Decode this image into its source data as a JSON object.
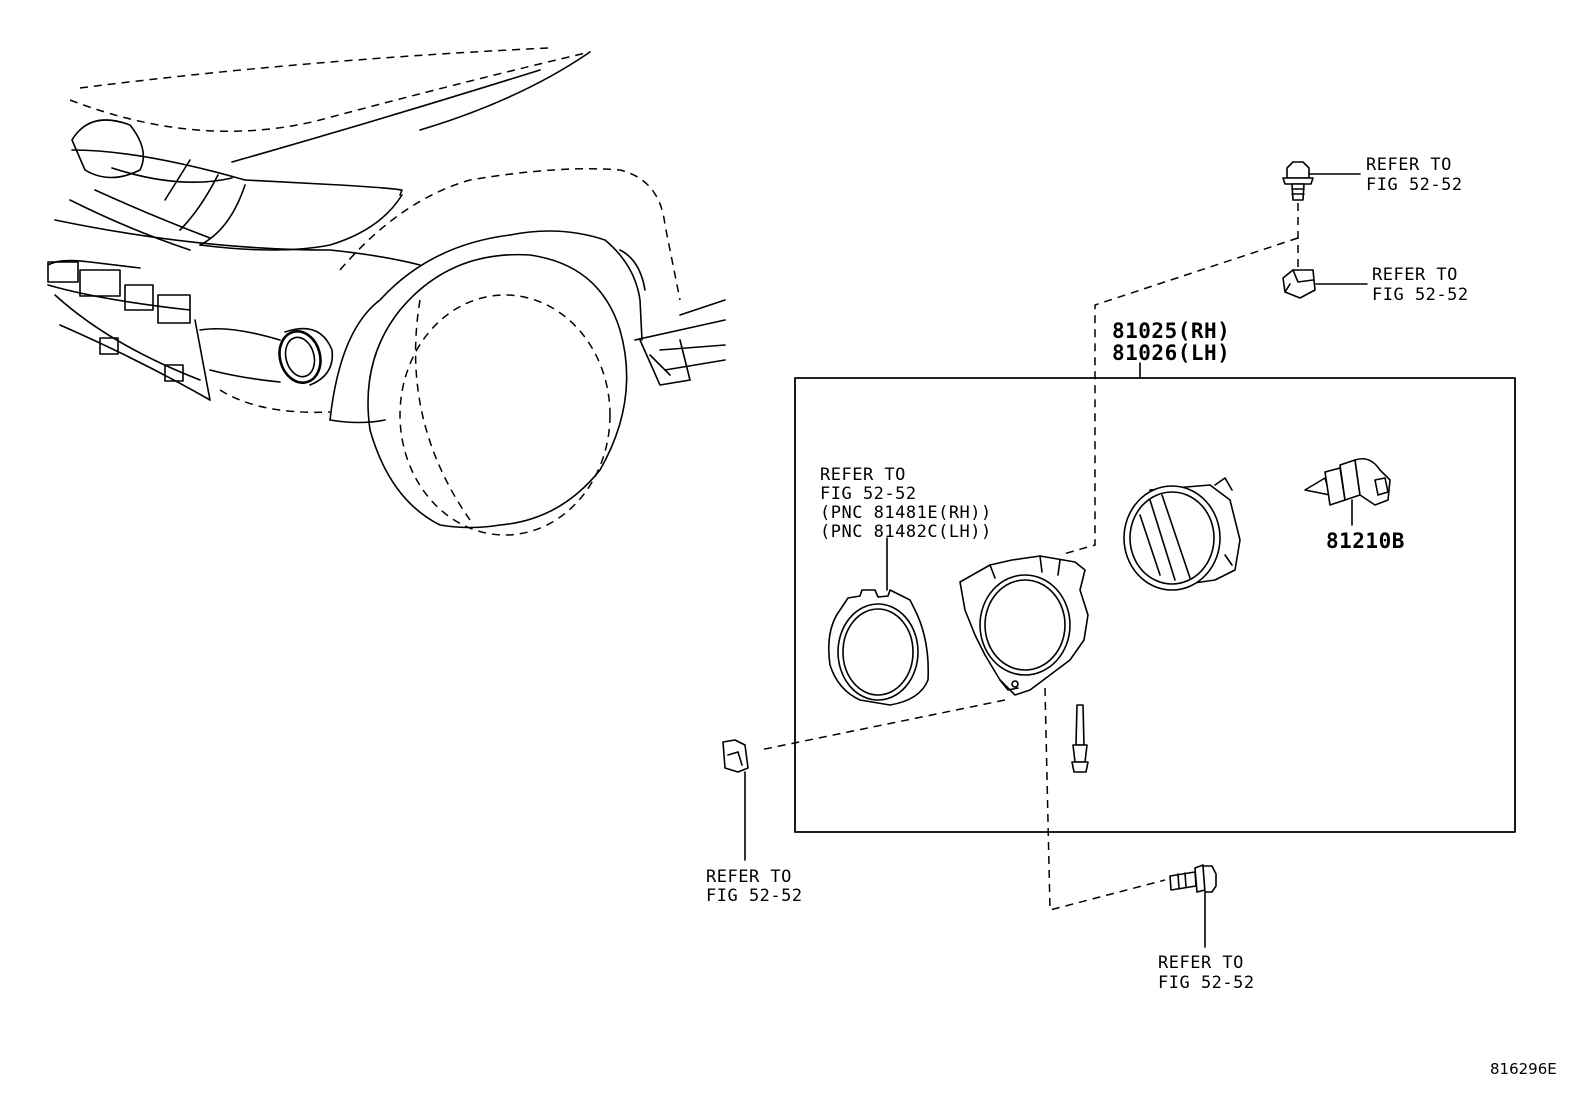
{
  "labels": {
    "bolt_top": [
      "REFER TO",
      "FIG 52-52"
    ],
    "clip_top": [
      "REFER TO",
      "FIG 52-52"
    ],
    "assembly_part": [
      "81025(RH)",
      "81026(LH)"
    ],
    "gasket_ref": [
      "REFER TO",
      "FIG 52-52",
      "(PNC 81481E(RH))",
      "(PNC 81482C(LH))"
    ],
    "bulb_part": "81210B",
    "clip_left": [
      "REFER TO",
      "FIG 52-52"
    ],
    "bolt_bottom": [
      "REFER TO",
      "FIG 52-52"
    ]
  },
  "illustration_id": "816296E"
}
